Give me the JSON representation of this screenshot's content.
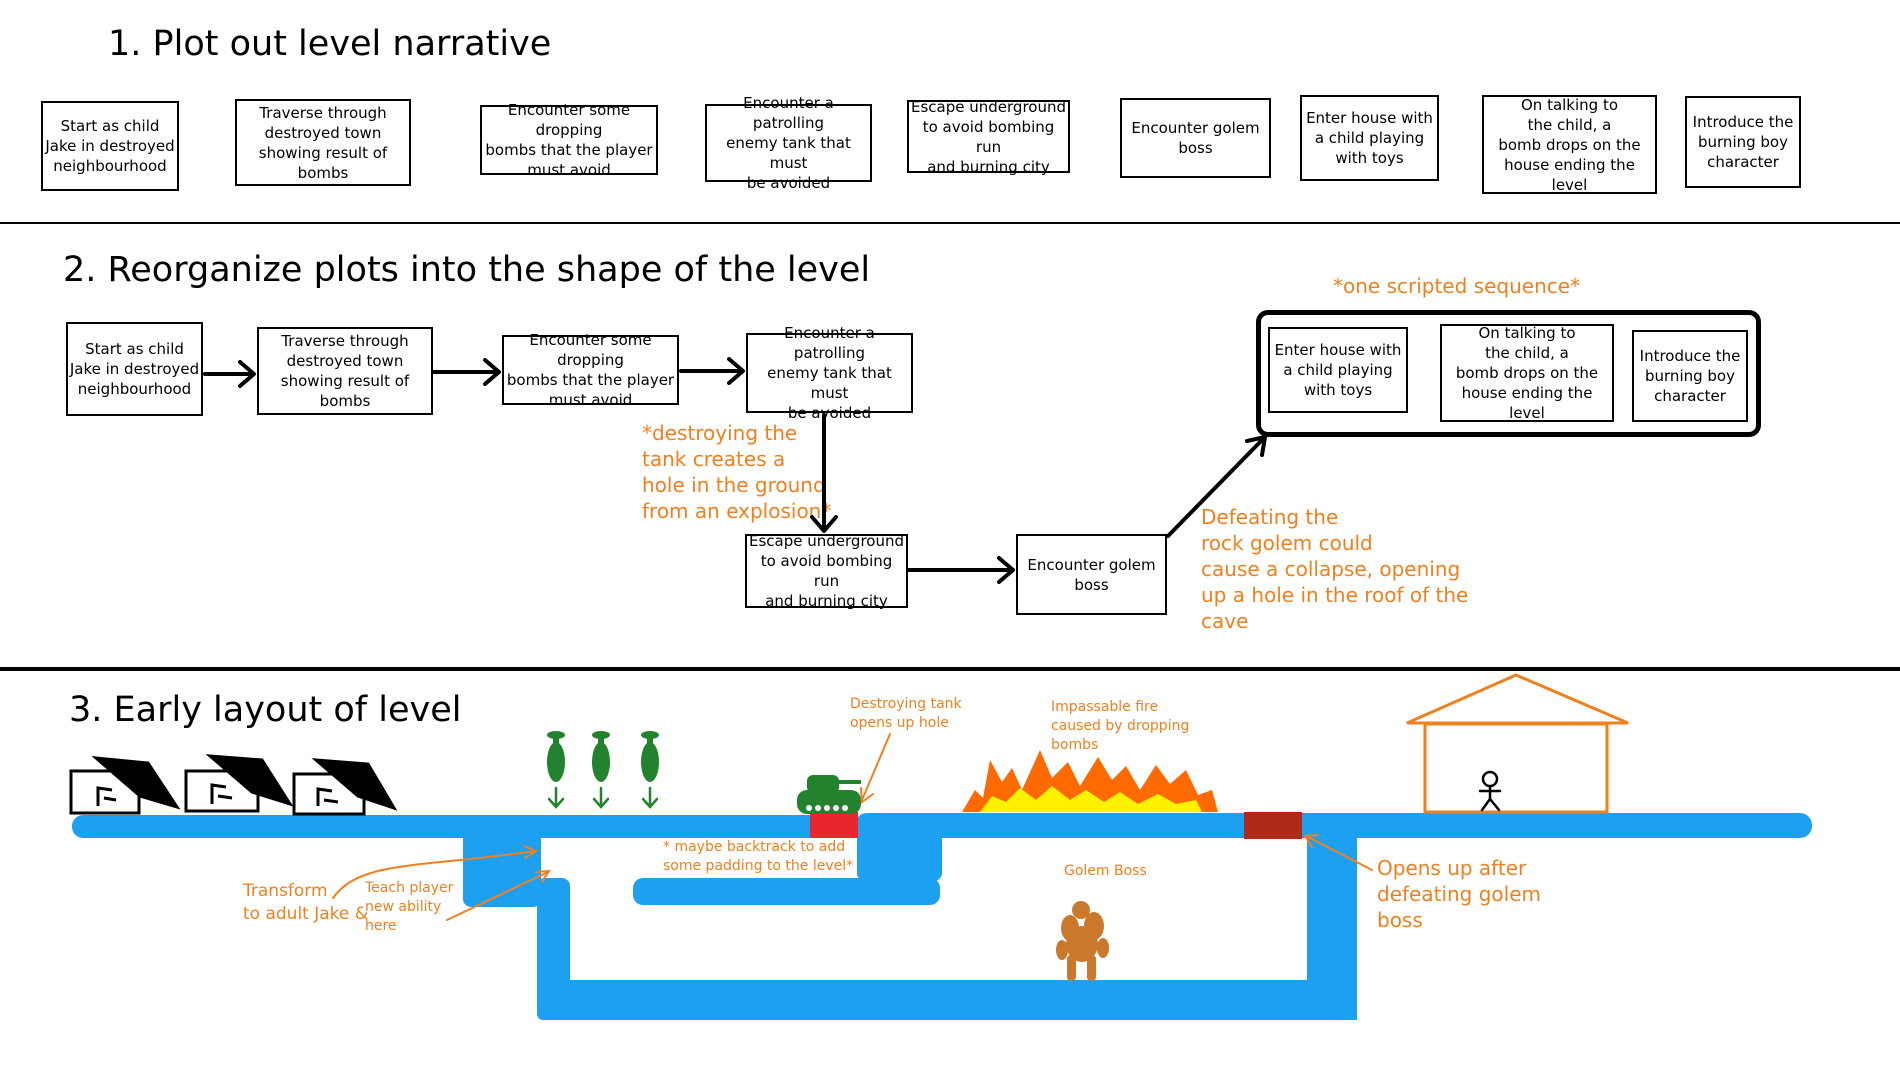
{
  "section1": {
    "heading": "1. Plot out level narrative",
    "boxes": [
      "Start as child\nJake in destroyed\nneighbourhood",
      "Traverse through\ndestroyed town\nshowing result of bombs",
      "Encounter some dropping\nbombs that the player\nmust avoid",
      "Encounter a patrolling\nenemy tank that must\nbe avoided",
      "Escape underground\nto avoid bombing run\nand burning city",
      "Encounter golem\nboss",
      "Enter house with\na child playing\nwith toys",
      "On talking to\nthe child, a\nbomb drops on the\nhouse ending the level",
      "Introduce the\nburning boy\ncharacter"
    ]
  },
  "section2": {
    "heading": "2. Reorganize plots into the shape of the level",
    "boxes": [
      "Start as child\nJake in destroyed\nneighbourhood",
      "Traverse through\ndestroyed town\nshowing result of bombs",
      "Encounter some dropping\nbombs that the player\nmust avoid",
      "Encounter a patrolling\nenemy tank that must\nbe avoided",
      "Escape underground\nto avoid bombing run\nand burning city",
      "Encounter golem\nboss",
      "Enter house with\na child playing\nwith toys",
      "On talking to\nthe child, a\nbomb drops on the\nhouse ending the level",
      "Introduce the\nburning boy\ncharacter"
    ],
    "scripted_label": "*one scripted sequence*",
    "tank_note": "*destroying the\ntank creates a\nhole in the ground\nfrom an explosion*",
    "golem_note": "Defeating the\nrock golem could\ncause a collapse, opening\nup a hole in the roof of the\ncave"
  },
  "section3": {
    "heading": "3. Early layout of level",
    "tank_note": "Destroying tank\nopens up hole",
    "fire_note": "Impassable fire\ncaused by dropping\nbombs",
    "backtrack_note": "* maybe backtrack to add\nsome padding to the level*",
    "golem_label": "Golem Boss",
    "transform_note": "Transform\nto adult Jake &",
    "teach_note": "Teach player\nnew ability\nhere",
    "opens_note": "Opens up after\ndefeating golem\nboss"
  },
  "colors": {
    "annotation": "#f0801e",
    "terrain": "#1ea0f0",
    "bomb": "#23822d",
    "tank_base": "#e8262e",
    "fire_outer": "#ff6a00",
    "fire_inner": "#fff200",
    "golem": "#c9782c",
    "hatch": "#b02a1a"
  },
  "icons": [
    "ruined-house-icon",
    "bomb-icon",
    "down-arrow-icon",
    "tank-icon",
    "fire-icon",
    "golem-icon",
    "house-icon",
    "child-figure-icon"
  ]
}
